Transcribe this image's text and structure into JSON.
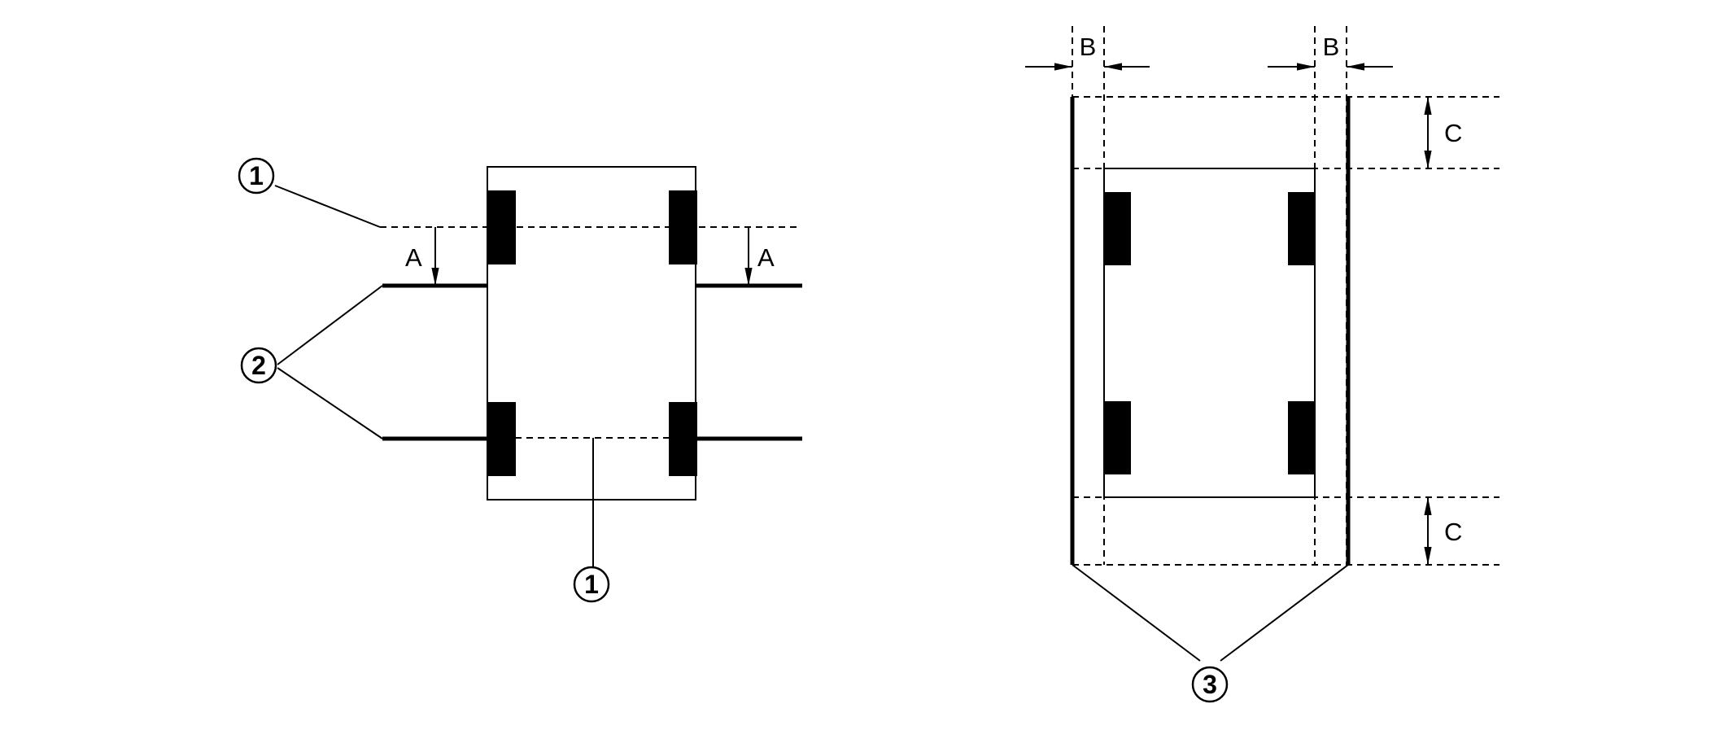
{
  "left_figure": {
    "dimension_labels": {
      "left_a": "A",
      "right_a": "A"
    },
    "callouts": {
      "top_ref": "1",
      "lead_ref": "2",
      "bottom_ref": "1"
    }
  },
  "right_figure": {
    "dimension_labels": {
      "b_left": "B",
      "b_right": "B",
      "c_top": "C",
      "c_bottom": "C"
    },
    "callouts": {
      "bottom_ref": "3"
    }
  }
}
